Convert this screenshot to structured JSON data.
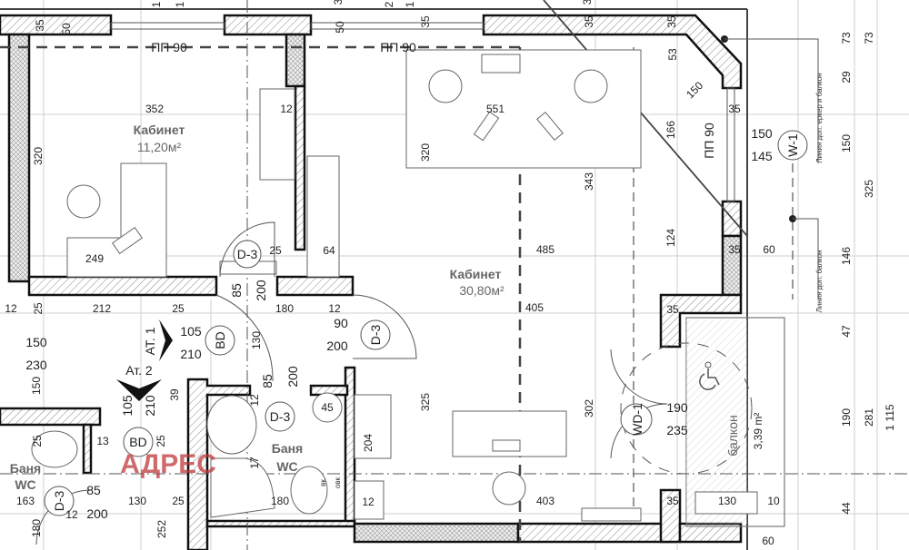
{
  "plan": {
    "rooms": [
      {
        "name": "Кабинет",
        "area": "11,20м²"
      },
      {
        "name": "Кабинет",
        "area": "30,80м²"
      },
      {
        "name": "Баня",
        "sub": "WC"
      },
      {
        "name": "Баня",
        "sub": "WC"
      },
      {
        "name": "балкон",
        "area": "3,39 m²"
      }
    ],
    "window_tags": [
      "ПП 90",
      "ПП 90",
      "ПП 90"
    ],
    "door_tags": [
      "D-3",
      "D-3",
      "D-3",
      "D-3",
      "BD",
      "BD",
      "WD-1",
      "W-1"
    ],
    "section_marks": [
      "АТ. 1",
      "Ат. 2"
    ],
    "annotations": [
      "Линия доп. еркер и балкон",
      "Линия доп. балкон",
      "вк",
      "овк"
    ],
    "watermark": "АДРЕС",
    "dims": [
      "35",
      "50",
      "1",
      "1",
      "3",
      "2",
      "1",
      "50",
      "35",
      "35",
      "35",
      "3",
      "352",
      "320",
      "12",
      "320",
      "249",
      "25",
      "64",
      "551",
      "53",
      "150",
      "166",
      "343",
      "35",
      "150",
      "145",
      "73",
      "73",
      "29",
      "150",
      "325",
      "124",
      "485",
      "35",
      "60",
      "146",
      "405",
      "35",
      "47",
      "85",
      "200",
      "12",
      "25",
      "212",
      "25",
      "180",
      "12",
      "90",
      "200",
      "105",
      "210",
      "130",
      "150",
      "230",
      "150",
      "105",
      "210",
      "39",
      "25",
      "85",
      "200",
      "12",
      "45",
      "25",
      "13",
      "17",
      "204",
      "325",
      "85",
      "200",
      "163",
      "12",
      "130",
      "25",
      "180",
      "180",
      "252",
      "302",
      "190",
      "235",
      "403",
      "35",
      "130",
      "10",
      "60",
      "190",
      "281",
      "1 115",
      "44",
      "12"
    ]
  },
  "colors": {
    "walls": "#111111",
    "watermark": "#c0393b"
  }
}
